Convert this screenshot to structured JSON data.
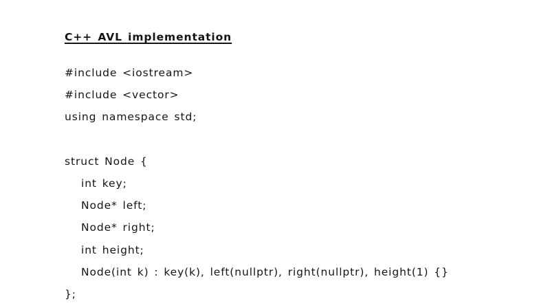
{
  "page": {
    "background_color": "#ffffff",
    "text_color": "#141414"
  },
  "document": {
    "title": "C++ AVL implementation",
    "code_lines": [
      {
        "text": "#include <iostream>",
        "indent": 0
      },
      {
        "text": "#include <vector>",
        "indent": 0
      },
      {
        "text": "using namespace std;",
        "indent": 0
      },
      {
        "text": "",
        "indent": 0
      },
      {
        "text": "struct Node {",
        "indent": 0
      },
      {
        "text": "int key;",
        "indent": 1
      },
      {
        "text": "Node* left;",
        "indent": 1
      },
      {
        "text": "Node* right;",
        "indent": 1
      },
      {
        "text": "int height;",
        "indent": 1
      },
      {
        "text": "Node(int k) : key(k), left(nullptr), right(nullptr), height(1) {}",
        "indent": 1
      },
      {
        "text": "};",
        "indent": 0
      }
    ]
  }
}
